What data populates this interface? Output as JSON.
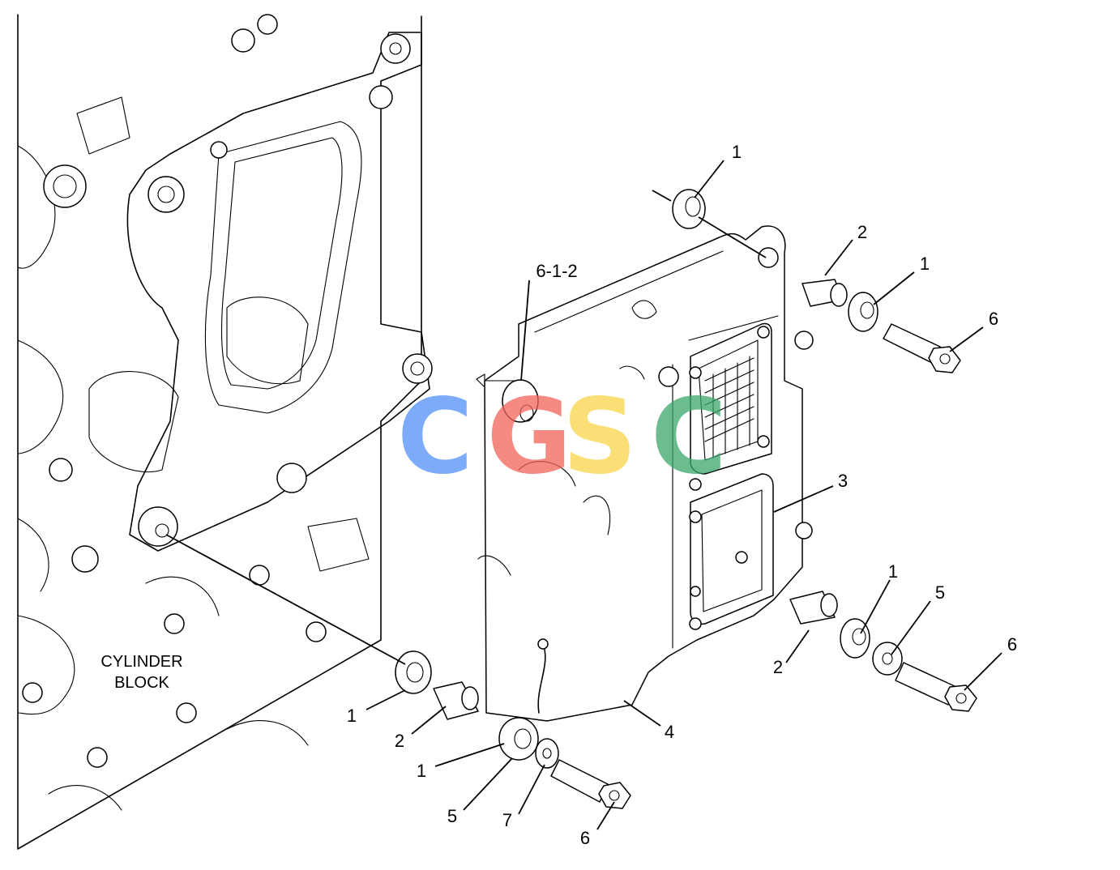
{
  "diagram": {
    "block_label_line1": "CYLINDER",
    "block_label_line2": "BLOCK",
    "callouts": [
      {
        "id": "c1a",
        "text": "1"
      },
      {
        "id": "c2a",
        "text": "2"
      },
      {
        "id": "c1b",
        "text": "1"
      },
      {
        "id": "c6a",
        "text": "6"
      },
      {
        "id": "c612",
        "text": "6-1-2"
      },
      {
        "id": "c3",
        "text": "3"
      },
      {
        "id": "c1c",
        "text": "1"
      },
      {
        "id": "c5a",
        "text": "5"
      },
      {
        "id": "c6b",
        "text": "6"
      },
      {
        "id": "c2b",
        "text": "2"
      },
      {
        "id": "c4",
        "text": "4"
      },
      {
        "id": "c1d",
        "text": "1"
      },
      {
        "id": "c2c",
        "text": "2"
      },
      {
        "id": "c1e",
        "text": "1"
      },
      {
        "id": "c5b",
        "text": "5"
      },
      {
        "id": "c7",
        "text": "7"
      },
      {
        "id": "c6c",
        "text": "6"
      }
    ]
  },
  "watermark": {
    "letters": [
      {
        "char": "C",
        "color": "#4f8ff7"
      },
      {
        "char": "G",
        "color": "#f2645a"
      },
      {
        "char": "S",
        "color": "#f9d54a"
      },
      {
        "char": "C",
        "color": "#3aa86b"
      }
    ]
  }
}
